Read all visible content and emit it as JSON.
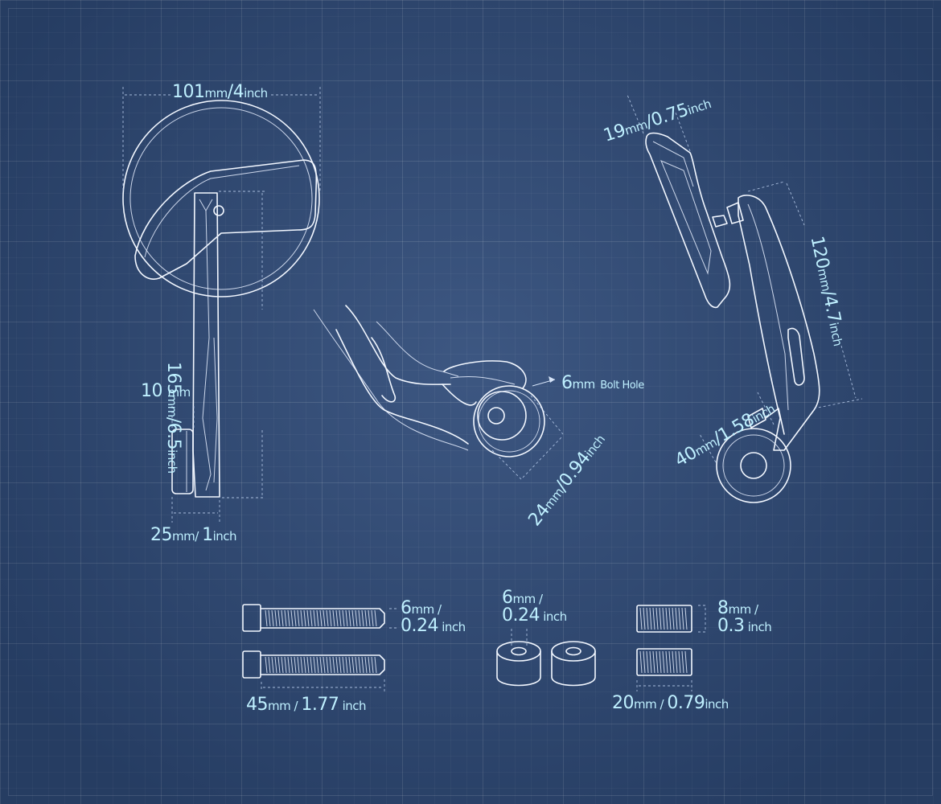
{
  "labels": {
    "front_width": {
      "v1": "101",
      "u1": "mm",
      "sep": "/",
      "v2": "4",
      "u2": "inch"
    },
    "front_height": {
      "v1": "165",
      "u1": "mm",
      "sep": "/",
      "v2": "6.5",
      "u2": "inch"
    },
    "front_thickness": {
      "v1": "10",
      "u1": "mm"
    },
    "front_base": {
      "v1": "25",
      "u1": "mm",
      "sep": "/ ",
      "v2": "1",
      "u2": "inch"
    },
    "bolt_hole": {
      "v1": "6",
      "u1": "mm",
      "text": "Bolt Hole"
    },
    "mount_diameter": {
      "v1": "24",
      "u1": "mm",
      "sep": "/",
      "v2": "0.94",
      "u2": "inch"
    },
    "side_depth": {
      "v1": "19",
      "u1": "mm",
      "sep": "/",
      "v2": "0.75",
      "u2": "inch"
    },
    "side_height": {
      "v1": "120",
      "u1": "mm",
      "sep": "/",
      "v2": "4.7",
      "u2": "inch"
    },
    "side_base": {
      "v1": "40",
      "u1": "mm",
      "sep": "/",
      "v2": "1.58",
      "u2": "inch"
    },
    "bolt_diameter": {
      "v1": "6",
      "u1": "mm",
      "sep": " /",
      "v2": "0.24",
      "u2": " inch"
    },
    "bolt_length": {
      "v1": "45",
      "u1": "mm",
      "sep": " / ",
      "v2": "1.77",
      "u2": " inch"
    },
    "spacer_diameter": {
      "v1": "6",
      "u1": "mm",
      "sep": " /",
      "v2": "0.24",
      "u2": " inch"
    },
    "insert_diameter": {
      "v1": "8",
      "u1": "mm",
      "sep": " /",
      "v2": "0.3",
      "u2": " inch"
    },
    "insert_length": {
      "v1": "20",
      "u1": "mm",
      "sep": " / ",
      "v2": "0.79",
      "u2": "inch"
    }
  },
  "colors": {
    "background": "#2e4a78",
    "line": "#f2f7ff",
    "label": "#bff0ff"
  }
}
